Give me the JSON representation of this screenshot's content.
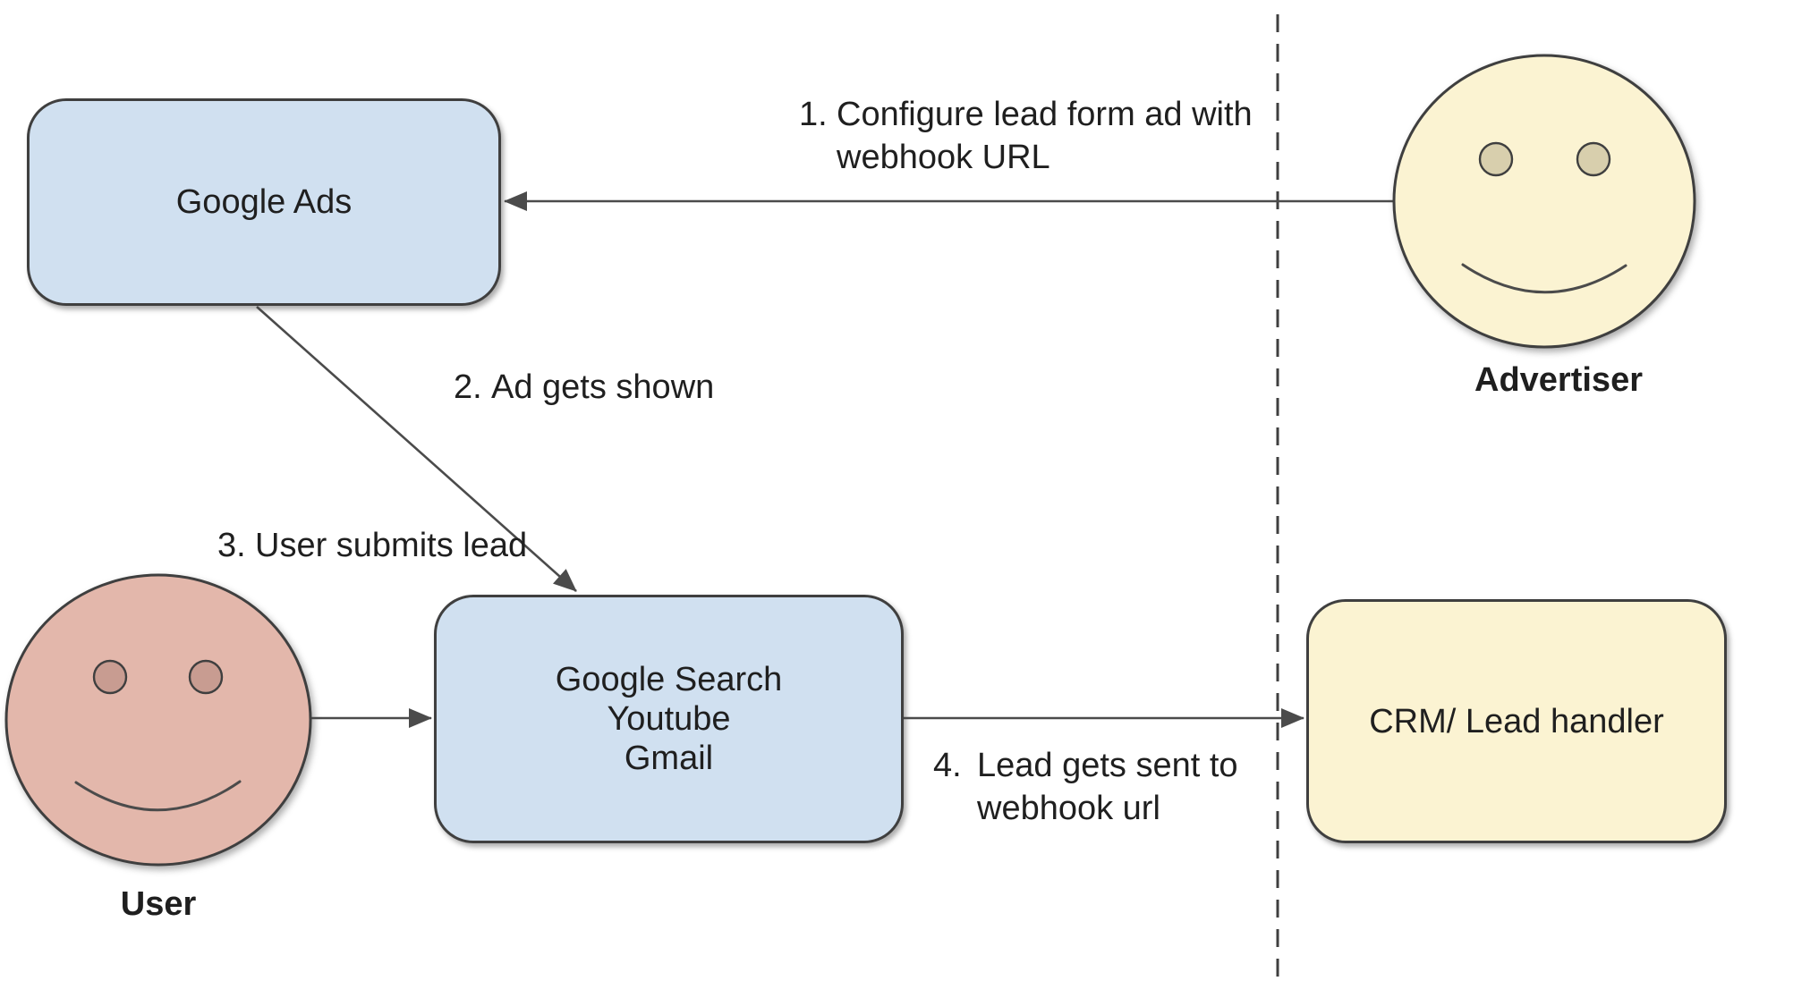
{
  "diagram": {
    "nodes": {
      "google_ads": {
        "label": "Google Ads"
      },
      "channels": {
        "lines": [
          "Google Search",
          "Youtube",
          "Gmail"
        ]
      },
      "crm": {
        "label": "CRM/ Lead handler"
      }
    },
    "actors": {
      "advertiser": {
        "label": "Advertiser"
      },
      "user": {
        "label": "User"
      }
    },
    "steps": [
      {
        "num": "1.",
        "text": "Configure lead form ad with webhook URL"
      },
      {
        "num": "2.",
        "text": "Ad gets shown"
      },
      {
        "num": "3.",
        "text": "User submits lead"
      },
      {
        "num": "4.",
        "text": "Lead gets sent to webhook url"
      }
    ],
    "colors": {
      "node_blue_fill": "#d0e0f0",
      "node_cream_fill": "#fbf3d2",
      "face_advertiser_fill": "#fbf3d2",
      "face_user_fill": "#e3b7ab",
      "eye_advertiser_fill": "#d8cfad",
      "eye_user_fill": "#c89c91",
      "stroke": "#3f3f3f",
      "arrow": "#4b4b4b",
      "text": "#1f1f1f"
    }
  }
}
